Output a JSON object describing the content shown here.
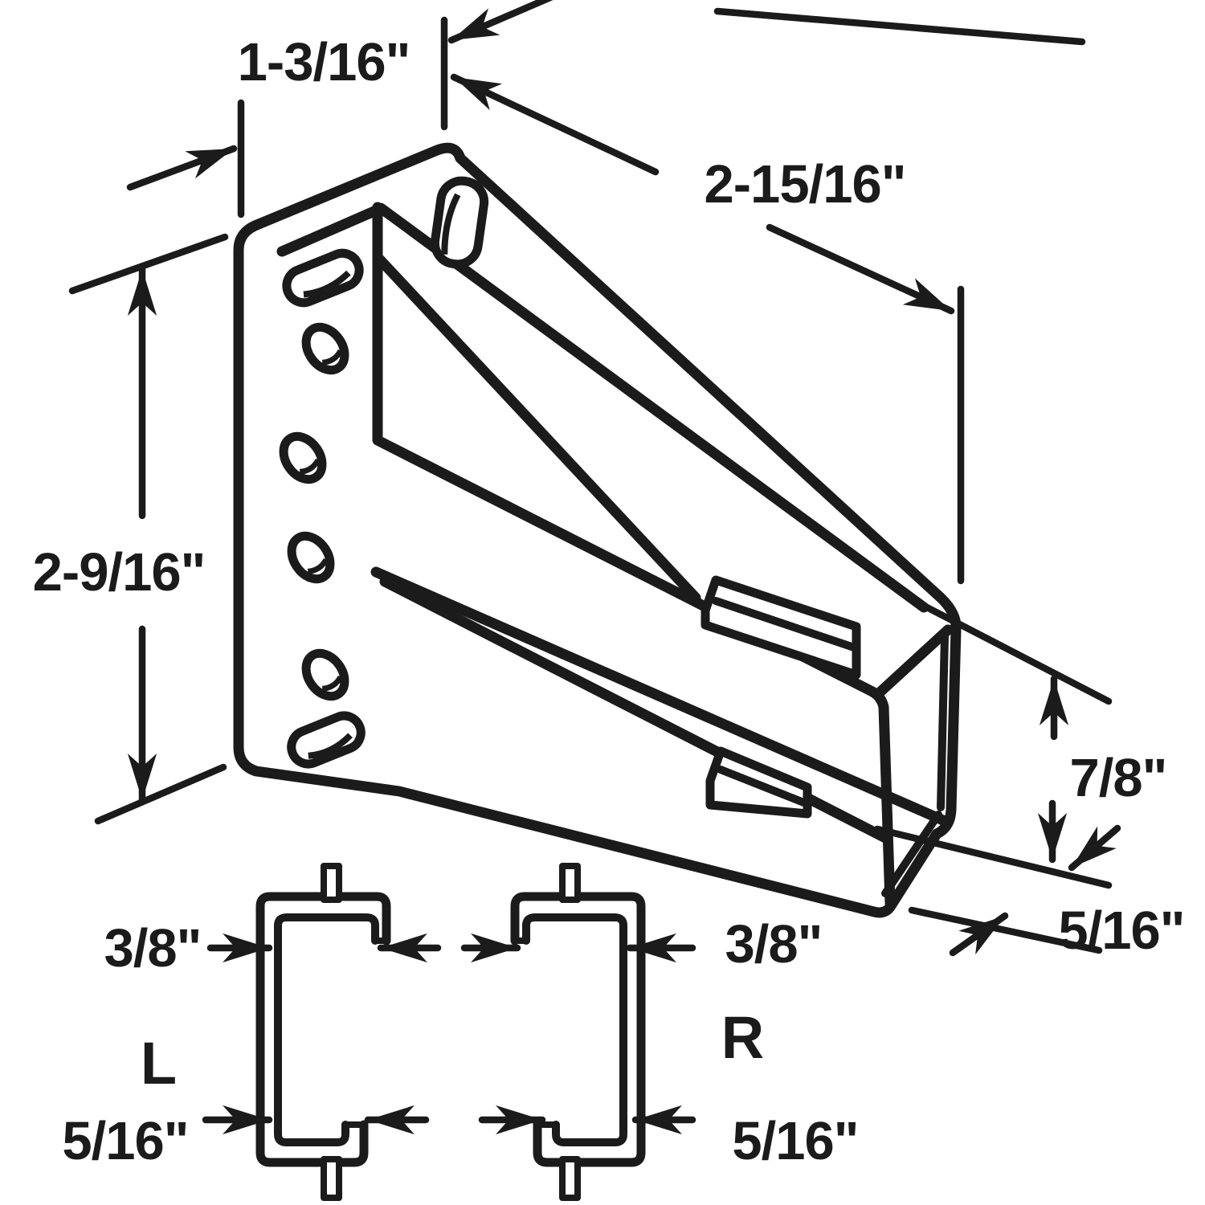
{
  "diagram": {
    "type": "technical-dimension-drawing",
    "subject": "drawer track socket bracket",
    "background_color": "#ffffff",
    "line_color": "#1b1b1b",
    "main_view": {
      "dimensions": {
        "top_width": "1-3/16\"",
        "arm_length": "2-15/16\"",
        "plate_height": "2-9/16\"",
        "channel_height": "7/8\"",
        "lip_height": "5/16\""
      }
    },
    "cross_sections": {
      "left_profile": {
        "letter": "L",
        "top_dim": "3/8\"",
        "bottom_dim": "5/16\""
      },
      "right_profile": {
        "letter": "R",
        "top_dim": "3/8\"",
        "bottom_dim": "5/16\""
      }
    }
  }
}
